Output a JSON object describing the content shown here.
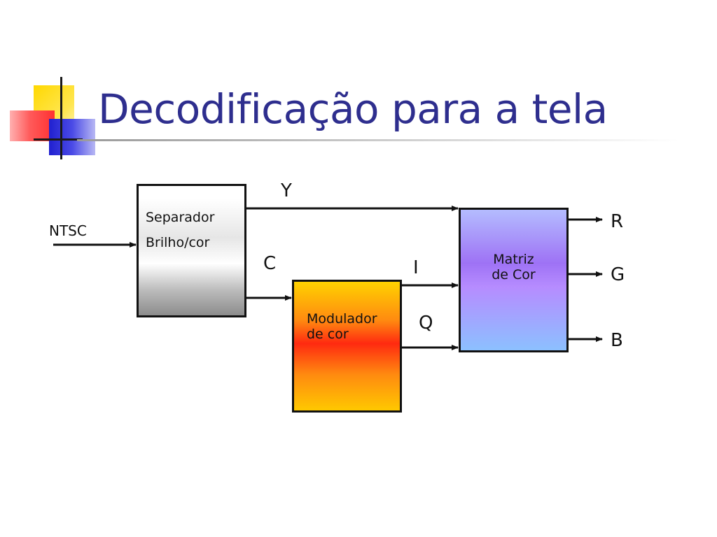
{
  "slide": {
    "title": "Decodificação para a tela"
  },
  "diagram": {
    "input_label": "NTSC",
    "blocks": {
      "separator": {
        "line1": "Separador",
        "line2": "Brilho/cor"
      },
      "modulator": {
        "line1": "Modulador",
        "line2": "de cor"
      },
      "matrix": {
        "line1": "Matriz",
        "line2": "de Cor"
      }
    },
    "signals": {
      "y": "Y",
      "c": "C",
      "i": "I",
      "q": "Q"
    },
    "outputs": {
      "r": "R",
      "g": "G",
      "b": "B"
    }
  }
}
